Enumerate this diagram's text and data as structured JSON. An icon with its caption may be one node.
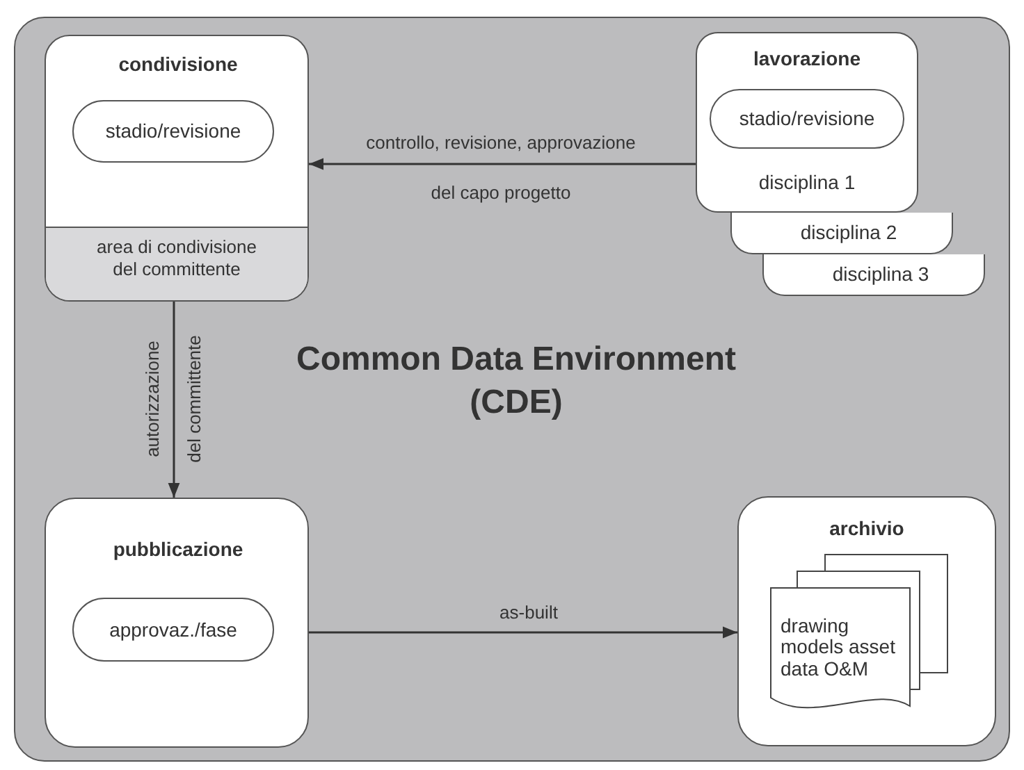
{
  "diagram": {
    "nodes": [
      {
        "text": [
          "Common Data Environment (CDE)"
        ]
      },
      {
        "text": [
          "condivisione",
          "area di condivisione del committente"
        ],
        "in": 0
      },
      {
        "text": [
          "stadio/revisione"
        ],
        "in": 1
      },
      {
        "text": [
          "lavorazione",
          "disciplina 1"
        ],
        "in": 0
      },
      {
        "text": [
          "stadio/revisione"
        ],
        "in": 3
      },
      {
        "text": [
          "disciplina 2"
        ],
        "in": 0
      },
      {
        "text": [
          "disciplina 3"
        ],
        "in": 0
      },
      {
        "text": [
          "pubblicazione"
        ],
        "in": 0
      },
      {
        "text": [
          "approvaz./fase"
        ],
        "in": 7
      },
      {
        "text": [
          "archivio"
        ],
        "in": 0
      },
      {
        "text": [
          "drawing models asset data O&M"
        ],
        "in": 9
      }
    ],
    "edges": [
      {
        "from": 3,
        "to": 1,
        "arrow": "to",
        "label": "controllo, revisione, approvazione del capo progetto"
      },
      {
        "from": 1,
        "to": 7,
        "arrow": "to",
        "label": "autorizzazione del committente"
      },
      {
        "from": 7,
        "to": 9,
        "arrow": "to",
        "label": "as-built"
      }
    ]
  }
}
